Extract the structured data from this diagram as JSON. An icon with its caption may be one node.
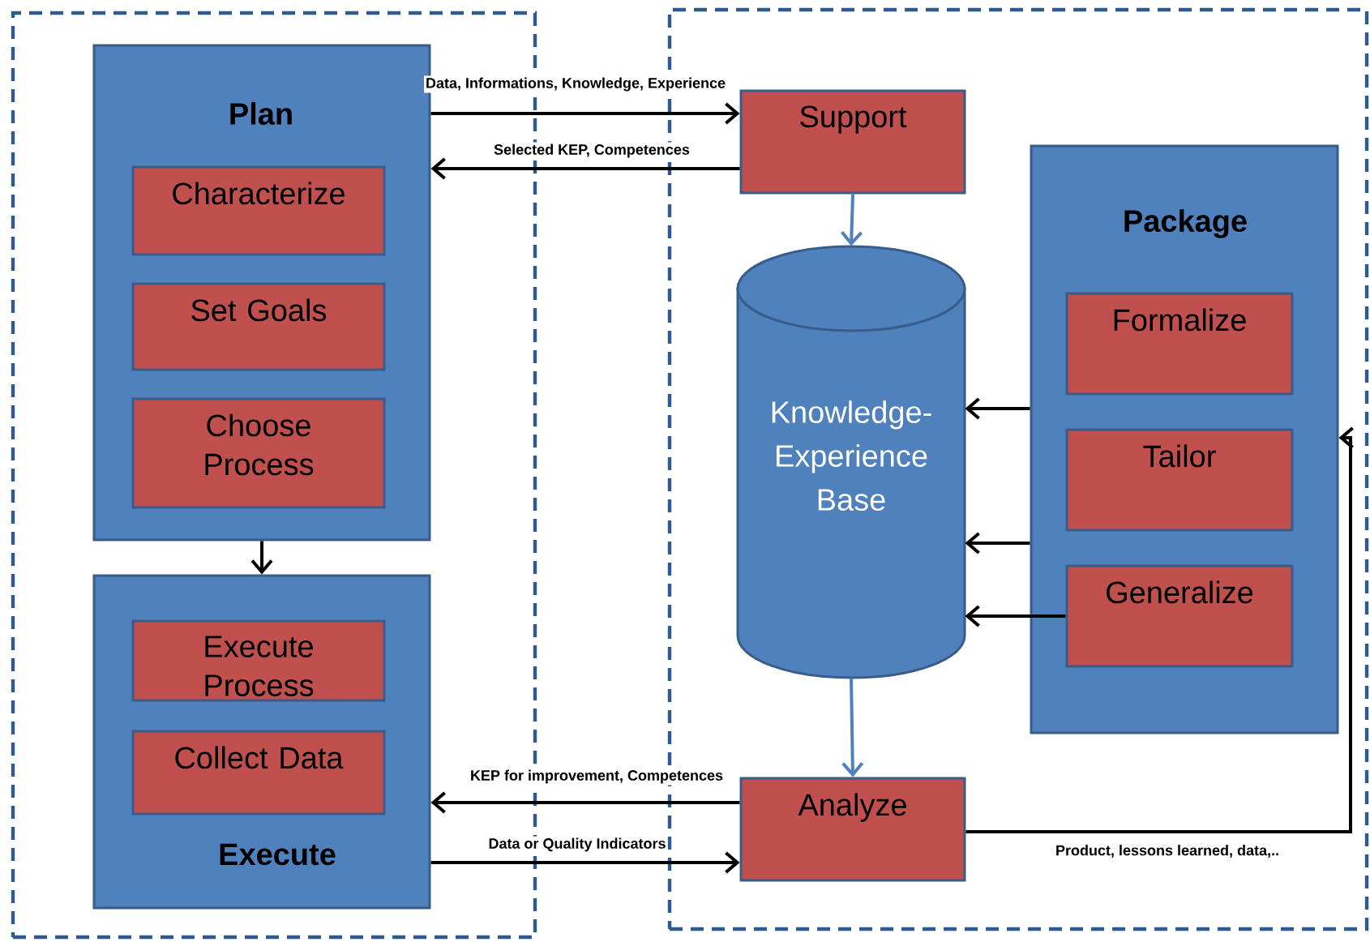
{
  "diagram": {
    "nodes": [
      {
        "text": [],
        "shape": "box"
      },
      {
        "text": [
          "Plan"
        ],
        "in": 0
      },
      {
        "text": [
          "Characterize"
        ],
        "in": 1
      },
      {
        "text": [
          "Set Goals"
        ],
        "in": 1
      },
      {
        "text": [
          "Choose Process"
        ],
        "in": 1
      },
      {
        "text": [
          "Execute"
        ],
        "in": 0
      },
      {
        "text": [
          "Execute Process"
        ],
        "in": 5
      },
      {
        "text": [
          "Collect Data"
        ],
        "in": 5
      },
      {
        "text": [],
        "shape": "box"
      },
      {
        "text": [
          "Support"
        ],
        "in": 8
      },
      {
        "text": [
          "Knowledge-Experience Base"
        ],
        "in": 8
      },
      {
        "text": [
          "Package"
        ],
        "in": 8
      },
      {
        "text": [
          "Formalize"
        ],
        "in": 11
      },
      {
        "text": [
          "Tailor"
        ],
        "in": 11
      },
      {
        "text": [
          "Generalize"
        ],
        "in": 11
      },
      {
        "text": [
          "Analyze"
        ],
        "in": 8
      }
    ],
    "edges": [
      {
        "from": 1,
        "to": 9,
        "arrow": "to",
        "label": "Data, Informations, Knowledge, Experience"
      },
      {
        "from": 9,
        "to": 1,
        "arrow": "to",
        "label": "Selected KEP, Competences"
      },
      {
        "from": 1,
        "to": 5,
        "arrow": "to"
      },
      {
        "from": 9,
        "to": 10,
        "arrow": "to",
        "color": "#4f81bd"
      },
      {
        "from": 10,
        "to": 15,
        "arrow": "to",
        "color": "#4f81bd"
      },
      {
        "from": 11,
        "to": 10,
        "arrow": "to"
      },
      {
        "from": 11,
        "to": 10,
        "arrow": "to"
      },
      {
        "from": 14,
        "to": 10,
        "arrow": "to"
      },
      {
        "from": 15,
        "to": 5,
        "arrow": "to",
        "label": "KEP for improvement, Competences"
      },
      {
        "from": 5,
        "to": 15,
        "arrow": "to",
        "label": "Data or Quality Indicators"
      },
      {
        "from": 15,
        "to": 11,
        "arrow": "to",
        "label": "Product, lessons learned, data,.."
      }
    ]
  }
}
